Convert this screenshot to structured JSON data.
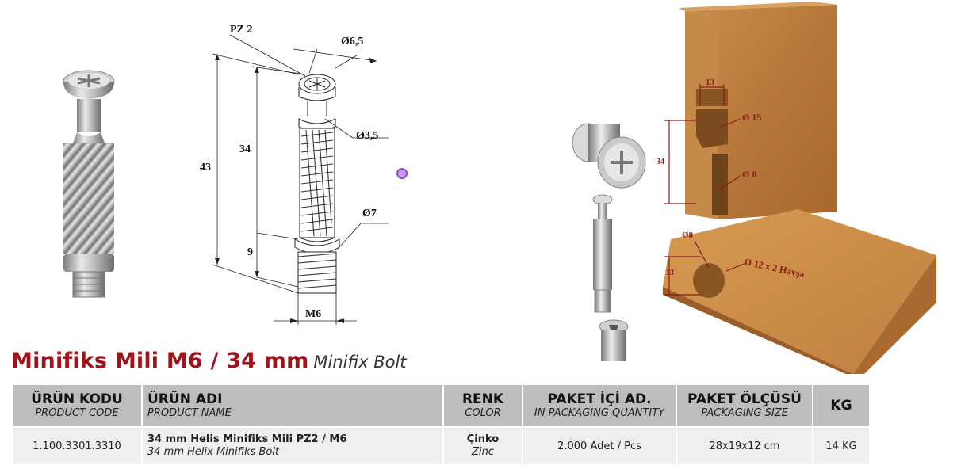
{
  "drawing_labels": {
    "pz": "PZ 2",
    "head_dia": "Ø6,5",
    "neck_dia": "Ø3,5",
    "collar_dia": "Ø7",
    "total_len": "43",
    "shaft_len": "34",
    "thread_len": "9",
    "thread": "M6"
  },
  "wood_labels": {
    "top_width": "13",
    "hole_big": "Ø 15",
    "hole_small": "Ø 8",
    "depth": "34",
    "bottom_dia": "Ø8",
    "bottom_depth": "13",
    "countersink": "Ø 12 x 2 Havşa"
  },
  "title": {
    "main": "Minifiks Mili M6 / 34 mm",
    "sub": "Minifix Bolt"
  },
  "table": {
    "headers": [
      {
        "tr": "ÜRÜN KODU",
        "en": "PRODUCT CODE"
      },
      {
        "tr": "ÜRÜN ADI",
        "en": "PRODUCT NAME"
      },
      {
        "tr": "RENK",
        "en": "COLOR"
      },
      {
        "tr": "PAKET İÇİ AD.",
        "en": "IN PACKAGING QUANTITY"
      },
      {
        "tr": "PAKET ÖLÇÜSÜ",
        "en": "PACKAGING SIZE"
      },
      {
        "tr": "KG",
        "en": ""
      }
    ],
    "row": {
      "code": "1.100.3301.3310",
      "name_tr": "34 mm Helis Minifiks Mili PZ2 / M6",
      "name_en": "34 mm Helix Minifiks Bolt",
      "color_tr": "Çinko",
      "color_en": "Zinc",
      "qty": "2.000 Adet / Pcs",
      "size": "28x19x12 cm",
      "kg": "14 KG"
    }
  },
  "colors": {
    "title_red": "#a0131b",
    "header_gray": "#bdbdbd",
    "row_gray": "#efefef",
    "dim_red": "#8b1a1a"
  }
}
